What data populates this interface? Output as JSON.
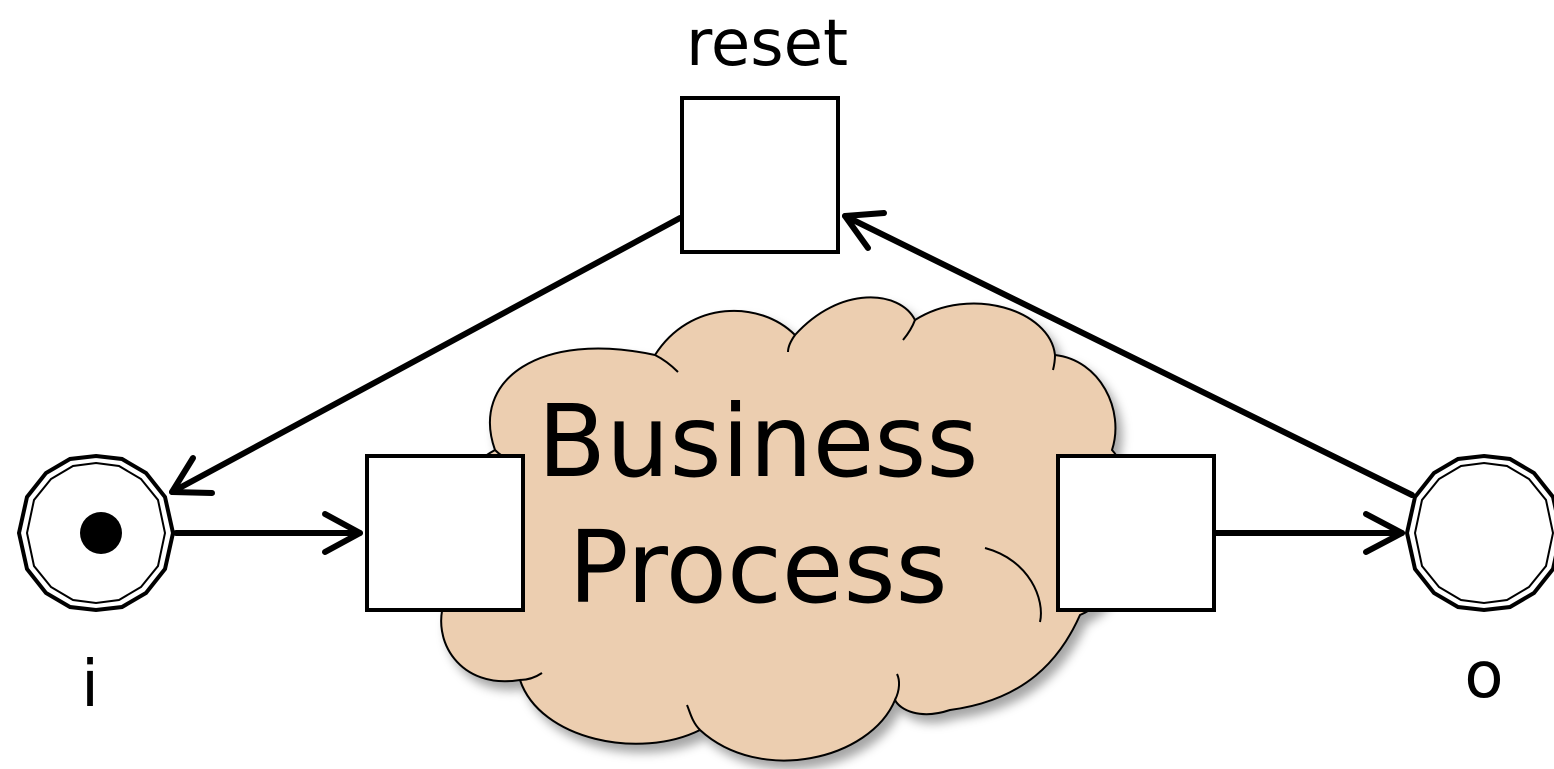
{
  "diagram": {
    "labels": {
      "reset": "reset",
      "input_place": "i",
      "output_place": "o",
      "cloud_line1": "Business",
      "cloud_line2": "Process"
    },
    "colors": {
      "cloud_fill": "#ecceb0",
      "stroke": "#000000",
      "shape_fill": "#ffffff",
      "token": "#000000"
    },
    "input_place_tokens": 1
  }
}
